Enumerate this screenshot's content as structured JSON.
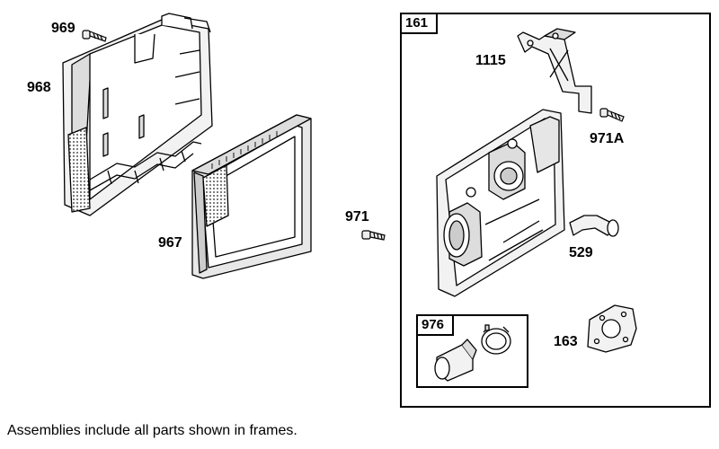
{
  "parts": {
    "969": "969",
    "968": "968",
    "967": "967",
    "971": "971",
    "1115": "1115",
    "971A": "971A",
    "529": "529",
    "163": "163"
  },
  "frames": {
    "main_tag": "161",
    "sub_tag": "976"
  },
  "caption": "Assemblies include all parts shown in frames."
}
